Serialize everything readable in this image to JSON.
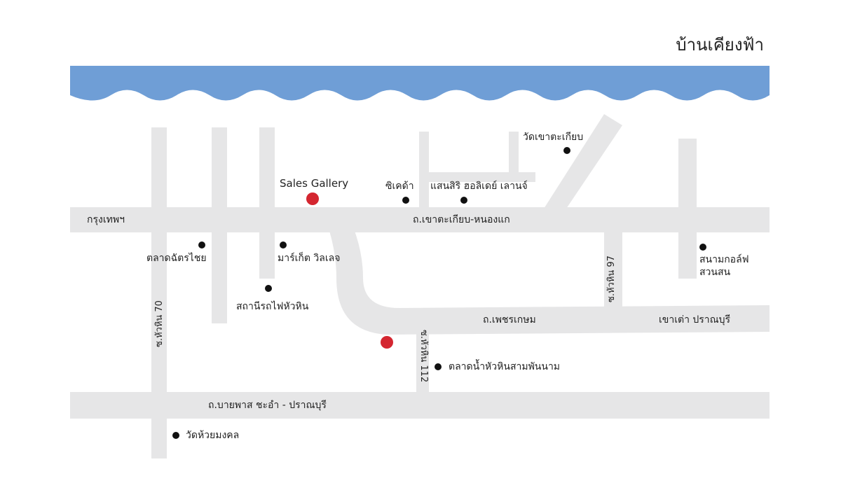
{
  "title": "บ้านเคียงฟ้า",
  "colors": {
    "sea": "#6f9ed6",
    "road": "#e6e6e7",
    "marker_red": "#d42630",
    "marker_black": "#111111",
    "text": "#222222"
  },
  "sales_gallery": "Sales Gallery",
  "roads": {
    "main_north": "ถ.เขาตะเกียบ-หนองแก",
    "bangkok": "กรุงเทพฯ",
    "phetkasem": "ถ.เพชรเกษม",
    "khao_tao": "เขาเต่า ปราณบุรี",
    "bypass": "ถ.บายพาส ชะอำ - ปราณบุรี",
    "soi70": "ซ.หัวหิน 70",
    "soi97": "ซ.หัวหิน 97",
    "soi112": "ซ.หัวหิน 112"
  },
  "places": {
    "wat_khao_takiab": "วัดเขาตะเกียบ",
    "cicada": "ซิเคด้า",
    "saensiri": "แสนสิริ ฮอลิเดย์ เลานจ์",
    "chatchai": "ตลาดฉัตรไชย",
    "market_village": "มาร์เก็ต วิลเลจ",
    "station": "สถานีรถไฟหัวหิน",
    "golf_1": "สนามกอล์ฟ",
    "golf_2": "สวนสน",
    "floating_market": "ตลาดน้ำหัวหินสามพันนาม",
    "wat_huai_mongkol": "วัดห้วยมงคล"
  }
}
